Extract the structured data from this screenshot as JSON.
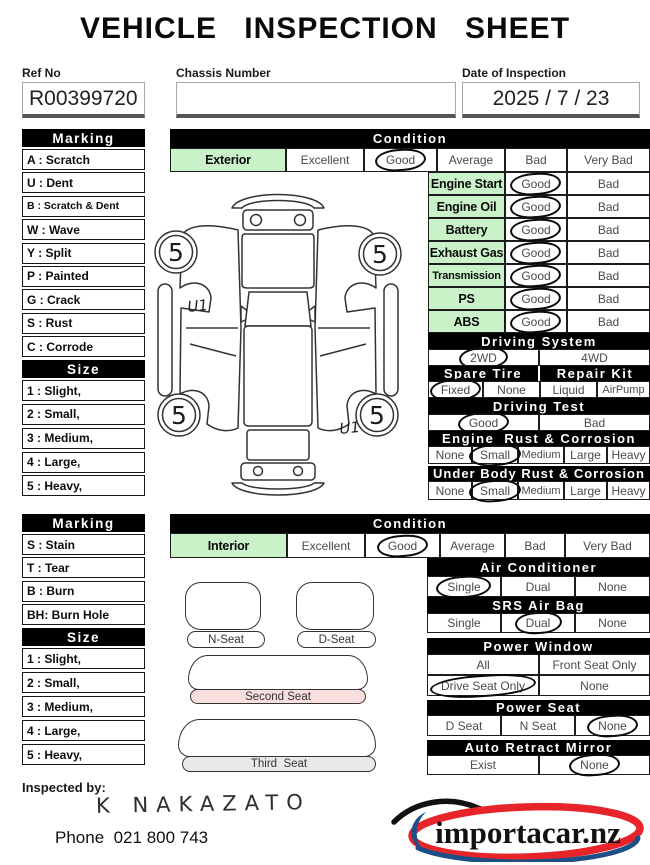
{
  "page": {
    "title": "VEHICLE INSPECTION SHEET"
  },
  "header": {
    "ref_label": "Ref No",
    "ref_value": "R00399720",
    "chassis_label": "Chassis Number",
    "chassis_value": "",
    "date_label": "Date of Inspection",
    "date_value": "2025 / 7 / 23"
  },
  "exterior_legend": {
    "marking_title": "Marking",
    "marking_items": [
      "A : Scratch",
      "U : Dent",
      "B : Scratch & Dent",
      "W : Wave",
      "Y : Split",
      "P : Painted",
      "G : Crack",
      "S : Rust",
      "C : Corrode"
    ],
    "size_title": "Size",
    "size_items": [
      "1 : Slight,",
      "2 : Small,",
      "3 : Medium,",
      "4 : Large,",
      "5 : Heavy,"
    ]
  },
  "interior_legend": {
    "marking_title": "Marking",
    "marking_items": [
      "S : Stain",
      "T : Tear",
      "B : Burn",
      "BH: Burn Hole"
    ],
    "size_title": "Size",
    "size_items": [
      "1 : Slight,",
      "2 : Small,",
      "3 : Medium,",
      "4 : Large,",
      "5 : Heavy,"
    ]
  },
  "exterior_condition": {
    "header": "Condition",
    "label": "Exterior",
    "options": [
      "Excellent",
      "Good",
      "Average",
      "Bad",
      "Very Bad"
    ],
    "selected": "Good"
  },
  "mechanical": {
    "rows": [
      {
        "label": "Engine Start",
        "options": [
          "Good",
          "Bad"
        ],
        "selected": "Good"
      },
      {
        "label": "Engine Oil",
        "options": [
          "Good",
          "Bad"
        ],
        "selected": "Good"
      },
      {
        "label": "Battery",
        "options": [
          "Good",
          "Bad"
        ],
        "selected": "Good"
      },
      {
        "label": "Exhaust Gas",
        "options": [
          "Good",
          "Bad"
        ],
        "selected": "Good"
      },
      {
        "label": "Transmission",
        "options": [
          "Good",
          "Bad"
        ],
        "selected": "Good"
      },
      {
        "label": "PS",
        "options": [
          "Good",
          "Bad"
        ],
        "selected": "Good"
      },
      {
        "label": "ABS",
        "options": [
          "Good",
          "Bad"
        ],
        "selected": "Good"
      }
    ]
  },
  "driving_system": {
    "title": "Driving System",
    "options": [
      "2WD",
      "4WD"
    ],
    "selected": "2WD"
  },
  "spare_repair": {
    "title_left": "Spare Tire",
    "title_right": "Repair Kit",
    "options": [
      "Fixed",
      "None",
      "Liquid",
      "AirPump"
    ],
    "selected": "Fixed"
  },
  "driving_test": {
    "title": "Driving Test",
    "options": [
      "Good",
      "Bad"
    ],
    "selected": "Good"
  },
  "engine_rust": {
    "title_left": "Engine",
    "title_right": "Rust & Corrosion",
    "options": [
      "None",
      "Small",
      "Medium",
      "Large",
      "Heavy"
    ],
    "selected": "Small"
  },
  "underbody_rust": {
    "title": "Under Body Rust & Corrosion",
    "options": [
      "None",
      "Small",
      "Medium",
      "Large",
      "Heavy"
    ],
    "selected": "Small"
  },
  "interior_condition": {
    "header": "Condition",
    "label": "Interior",
    "options": [
      "Excellent",
      "Good",
      "Average",
      "Bad",
      "Very Bad"
    ],
    "selected": "Good"
  },
  "air_conditioner": {
    "title": "Air Conditioner",
    "options": [
      "Single",
      "Dual",
      "None"
    ],
    "selected": "Single"
  },
  "srs_air_bag": {
    "title": "SRS Air Bag",
    "options": [
      "Single",
      "Dual",
      "None"
    ],
    "selected": "Dual"
  },
  "power_window": {
    "title": "Power Window",
    "options": [
      "All",
      "Front Seat Only",
      "Drive Seat Only",
      "None"
    ],
    "selected": "Drive Seat Only"
  },
  "power_seat": {
    "title": "Power Seat",
    "options": [
      "D Seat",
      "N Seat",
      "None"
    ],
    "selected": "None"
  },
  "auto_retract_mirror": {
    "title": "Auto Retract Mirror",
    "options": [
      "Exist",
      "None"
    ],
    "selected": "None"
  },
  "car_diagram": {
    "wheel_marks": [
      "5",
      "5",
      "5",
      "5"
    ],
    "annotations": [
      "U1",
      "U1"
    ]
  },
  "seats": {
    "n_seat": "N-Seat",
    "d_seat": "D-Seat",
    "second_seat": "Second Seat",
    "third_seat": "Third  Seat"
  },
  "footer": {
    "inspected_by": "Inspected by:",
    "signature": "K NAKAZATO",
    "phone": "Phone  021 800 743",
    "logo_text": "importacar.nz"
  },
  "colors": {
    "green": "#c9f2c9",
    "pink": "#f9dede",
    "gray": "#e9e9e9",
    "logo_red": "#e62429",
    "logo_blue": "#1d4f86"
  }
}
